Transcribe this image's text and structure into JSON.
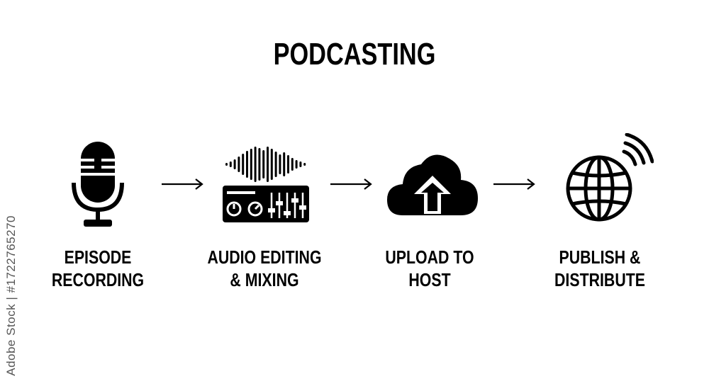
{
  "title": "PODCASTING",
  "steps": [
    {
      "icon": "microphone-icon",
      "line1": "EPISODE",
      "line2": "RECORDING"
    },
    {
      "icon": "audio-mixer-icon",
      "line1": "AUDIO EDITING",
      "line2": "& MIXING"
    },
    {
      "icon": "cloud-upload-icon",
      "line1": "UPLOAD TO",
      "line2": "HOST"
    },
    {
      "icon": "globe-broadcast-icon",
      "line1": "PUBLISH &",
      "line2": "DISTRIBUTE"
    }
  ],
  "watermark": "Adobe Stock | #1722765270",
  "colors": {
    "ink": "#000000",
    "background": "#ffffff"
  }
}
